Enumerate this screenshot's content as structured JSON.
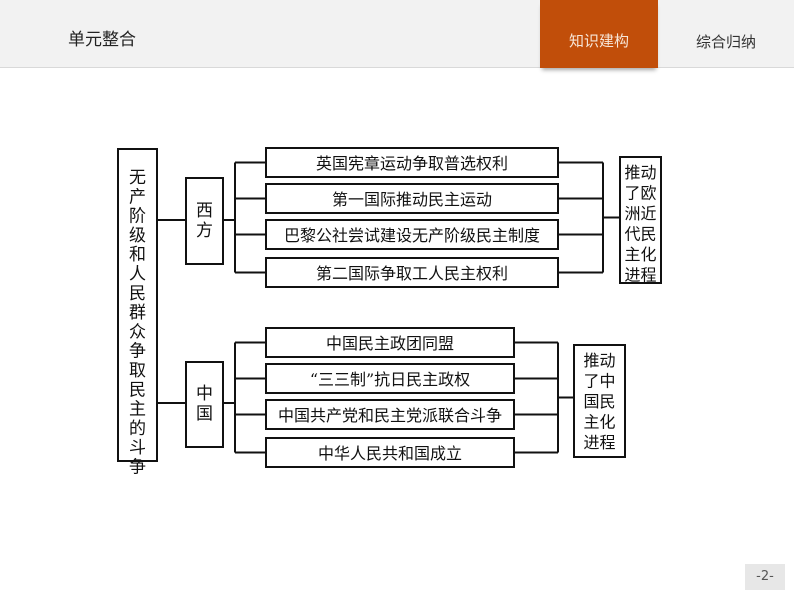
{
  "header": {
    "unit_title": "单元整合",
    "tabs": [
      {
        "label": "知识建构",
        "active": true
      },
      {
        "label": "综合归纳",
        "active": false
      }
    ],
    "accent_color": "#c14e0a"
  },
  "diagram": {
    "root": "无产阶级和人民群众争取民主的斗争",
    "branches": [
      {
        "label": "西方",
        "items": [
          "英国宪章运动争取普选权利",
          "第一国际推动民主运动",
          "巴黎公社尝试建设无产阶级民主制度",
          "第二国际争取工人民主权利"
        ],
        "result": "推动了欧洲近代民主化进程"
      },
      {
        "label": "中国",
        "items": [
          "中国民主政团同盟",
          "“三三制”抗日民主政权",
          "中国共产党和民主党派联合斗争",
          "中华人民共和国成立"
        ],
        "result": "推动了中国民主化进程"
      }
    ]
  },
  "footer": {
    "page_number": "-2-"
  }
}
